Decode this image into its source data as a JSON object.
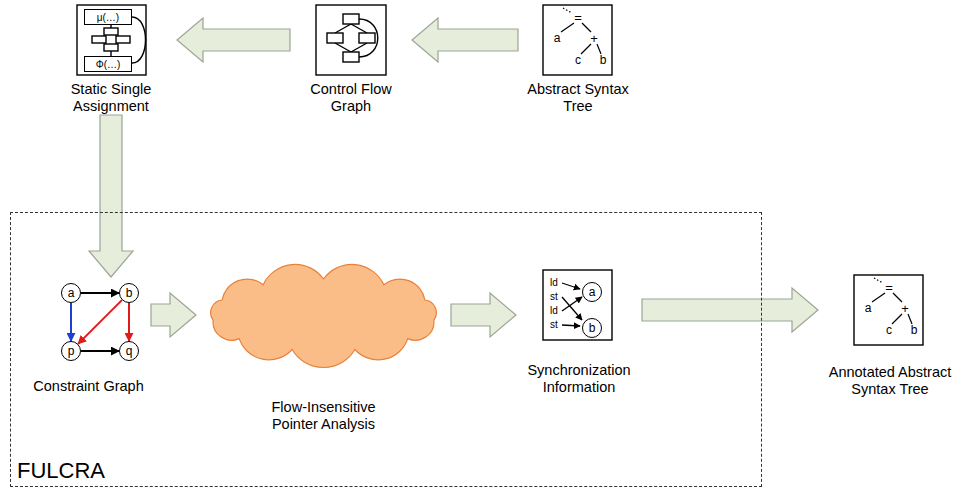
{
  "diagram": {
    "nodes": [
      {
        "text": [
          "Static Single Assignment"
        ]
      },
      {
        "text": [
          "μ(…)"
        ],
        "in": 0
      },
      {
        "text": [
          "Φ(…)"
        ],
        "in": 0
      },
      {
        "text": [
          "Control Flow Graph"
        ]
      },
      {
        "text": [
          "Abstract Syntax Tree"
        ]
      },
      {
        "text": [
          "FULCRA"
        ]
      },
      {
        "text": [
          "Constraint Graph"
        ],
        "in": 5
      },
      {
        "text": [
          "a"
        ],
        "in": 6
      },
      {
        "text": [
          "b"
        ],
        "in": 6
      },
      {
        "text": [
          "p"
        ],
        "in": 6
      },
      {
        "text": [
          "q"
        ],
        "in": 6
      },
      {
        "text": [
          "Flow-Insensitive Pointer Analysis"
        ],
        "in": 5
      },
      {
        "text": [
          "Synchronization Information"
        ],
        "in": 5
      },
      {
        "text": [
          "a"
        ],
        "in": 12
      },
      {
        "text": [
          "b"
        ],
        "in": 12
      },
      {
        "text": [
          "Annotated Abstract Syntax Tree"
        ]
      }
    ],
    "edges": [
      {
        "from": 4,
        "to": 3,
        "arrow": "to"
      },
      {
        "from": 3,
        "to": 0,
        "arrow": "to"
      },
      {
        "from": 0,
        "to": 6,
        "arrow": "to"
      },
      {
        "from": 6,
        "to": 11,
        "arrow": "to"
      },
      {
        "from": 11,
        "to": 12,
        "arrow": "to"
      },
      {
        "from": 12,
        "to": 15,
        "arrow": "to"
      },
      {
        "from": 7,
        "to": 8,
        "arrow": "to"
      },
      {
        "from": 7,
        "to": 9,
        "arrow": "to"
      },
      {
        "from": 8,
        "to": 9,
        "arrow": "to"
      },
      {
        "from": 8,
        "to": 10,
        "arrow": "to"
      },
      {
        "from": 9,
        "to": 10,
        "arrow": "to"
      }
    ],
    "labels": [
      "=",
      "a",
      "+",
      "c",
      "b",
      "ld",
      "st",
      "ld",
      "st",
      "=",
      "a",
      "+",
      "c",
      "b"
    ]
  }
}
